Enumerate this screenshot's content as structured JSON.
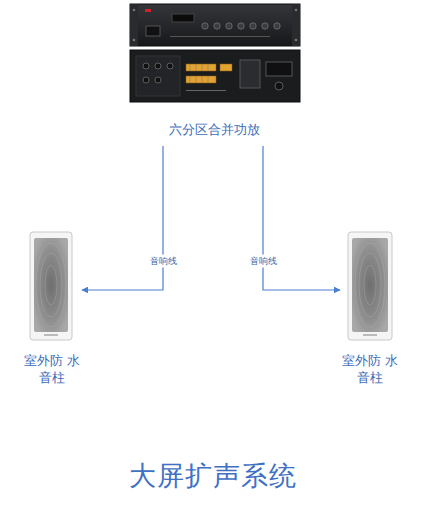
{
  "diagram": {
    "title": "大屏扩声系统",
    "nodes": [
      {
        "text": [
          "六分区合并功放"
        ]
      },
      {
        "text": [
          "室外防 水音柱"
        ]
      },
      {
        "text": [
          "室外防 水音柱"
        ]
      }
    ],
    "edges": [
      {
        "from": 0,
        "to": 1,
        "label": "音响线",
        "arrow": "to"
      },
      {
        "from": 0,
        "to": 2,
        "label": "音响线",
        "arrow": "to"
      }
    ]
  }
}
